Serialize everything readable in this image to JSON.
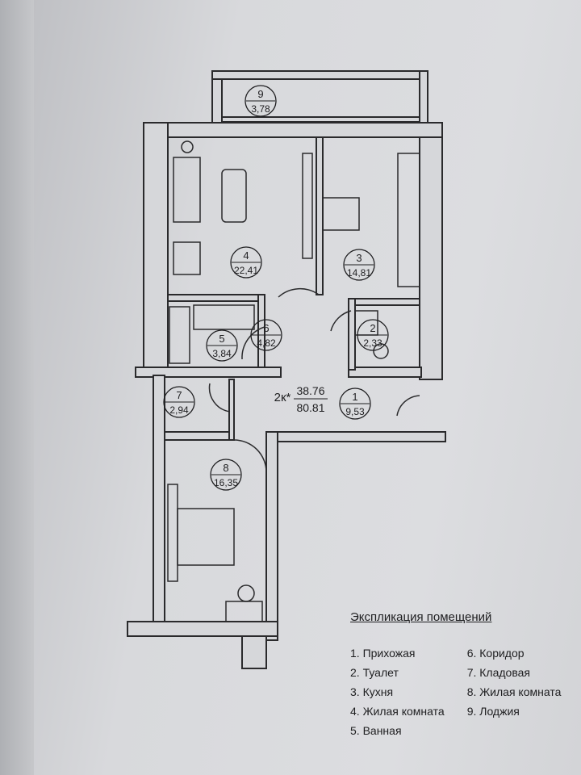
{
  "plan": {
    "type_label": "2к*",
    "living_area": "38.76",
    "total_area": "80.81",
    "rooms": [
      {
        "num": "1",
        "area": "9,53"
      },
      {
        "num": "2",
        "area": "2,33"
      },
      {
        "num": "3",
        "area": "14,81"
      },
      {
        "num": "4",
        "area": "22,41"
      },
      {
        "num": "5",
        "area": "3,84"
      },
      {
        "num": "6",
        "area": "4,82"
      },
      {
        "num": "7",
        "area": "2,94"
      },
      {
        "num": "8",
        "area": "16,35"
      },
      {
        "num": "9",
        "area": "3,78"
      }
    ]
  },
  "legend": {
    "title": "Экспликация помещений",
    "items": [
      "1. Прихожая",
      "2. Туалет",
      "3. Кухня",
      "4. Жилая комната",
      "5. Ванная",
      "6. Коридор",
      "7. Кладовая",
      "8. Жилая комната",
      "9. Лоджия"
    ]
  }
}
